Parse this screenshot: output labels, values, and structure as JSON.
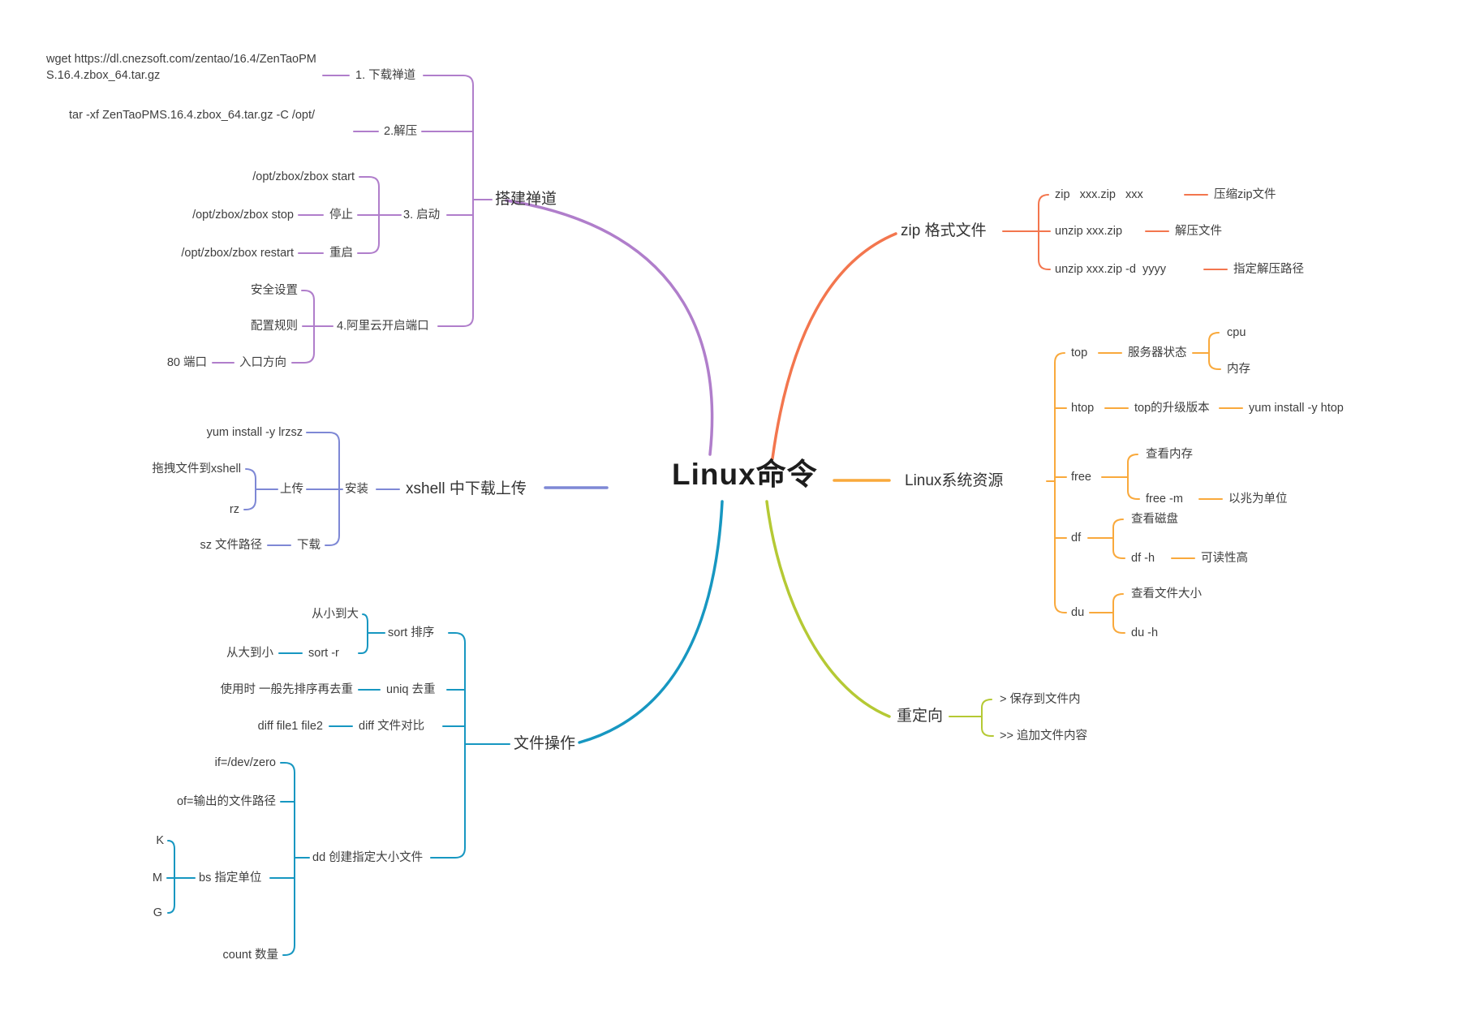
{
  "center": {
    "title": "Linux命令"
  },
  "colors": {
    "zentao": "#b07ecb",
    "xshell": "#7e88d5",
    "fileops": "#1797c1",
    "zip": "#f3764e",
    "sysres": "#f9a93c",
    "redirect": "#b5c934"
  },
  "zentao": {
    "label": "搭建禅道",
    "download_label": "1. 下载禅道",
    "download_cmd": "wget https://dl.cnezsoft.com/zentao/16.4/ZenTaoPMS.16.4.zbox_64.tar.gz",
    "unzip_label": "2.解压",
    "unzip_cmd": "tar -xf ZenTaoPMS.16.4.zbox_64.tar.gz -C /opt/",
    "start_label": "3. 启动",
    "start_cmd": "/opt/zbox/zbox start",
    "stop_label": "停止",
    "stop_cmd": "/opt/zbox/zbox stop",
    "restart_label": "重启",
    "restart_cmd": "/opt/zbox/zbox restart",
    "port_label": "4.阿里云开启端口",
    "security": "安全设置",
    "rules": "配置规则",
    "inbound": "入口方向",
    "port80": "80 端口"
  },
  "xshell": {
    "label": "xshell 中下载上传",
    "install_label": "安装",
    "install_cmd": "yum install -y lrzsz",
    "upload_label": "上传",
    "drag": "拖拽文件到xshell",
    "rz": "rz",
    "download_label": "下载",
    "sz": "sz 文件路径"
  },
  "fileops": {
    "label": "文件操作",
    "sort_label": "sort 排序",
    "sort_asc": "从小到大",
    "sort_desc": "从大到小",
    "sort_r": "sort -r",
    "uniq_label": "uniq 去重",
    "uniq_note": "使用时 一般先排序再去重",
    "diff_label": "diff 文件对比",
    "diff_cmd": "diff file1 file2",
    "dd_label": "dd 创建指定大小文件",
    "dd_if": "if=/dev/zero",
    "dd_of": "of=输出的文件路径",
    "bs_label": "bs 指定单位",
    "unit_k": "K",
    "unit_m": "M",
    "unit_g": "G",
    "count": "count 数量"
  },
  "zip": {
    "label": "zip 格式文件",
    "zip_cmd": "zip   xxx.zip   xxx",
    "zip_desc": "压缩zip文件",
    "unzip_cmd": "unzip xxx.zip",
    "unzip_desc": "解压文件",
    "unzipd_cmd": "unzip xxx.zip -d  yyyy",
    "unzipd_desc": "指定解压路径"
  },
  "sysres": {
    "label": "Linux系统资源",
    "top": "top",
    "top_desc": "服务器状态",
    "cpu": "cpu",
    "mem": "内存",
    "htop": "htop",
    "htop_desc": "top的升级版本",
    "htop_install": "yum install -y htop",
    "free": "free",
    "free_desc": "查看内存",
    "free_m": "free -m",
    "free_m_desc": "以兆为单位",
    "df": "df",
    "df_desc": "查看磁盘",
    "df_h": "df -h",
    "df_h_desc": "可读性高",
    "du": "du",
    "du_desc": "查看文件大小",
    "du_h": "du -h"
  },
  "redirect": {
    "label": "重定向",
    "save": "> 保存到文件内",
    "append": ">> 追加文件内容"
  }
}
